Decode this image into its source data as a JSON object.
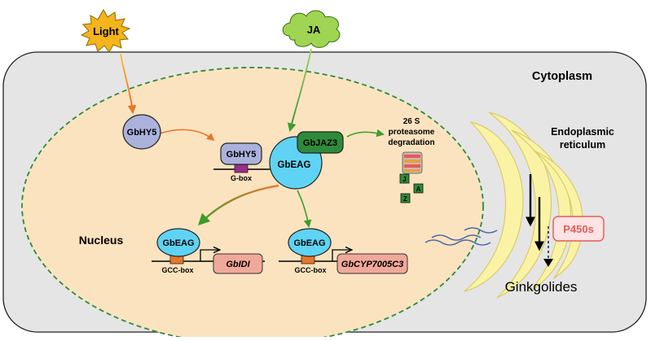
{
  "signals": {
    "light": "Light",
    "ja": "JA"
  },
  "compartments": {
    "cytoplasm": "Cytoplasm",
    "nucleus": "Nucleus",
    "er_line1": "Endoplasmic",
    "er_line2": "reticulum",
    "product": "Ginkgolides"
  },
  "proteins": {
    "hy5_free": "GbHY5",
    "hy5_bound": "GbHY5",
    "eag_center": "GbEAG",
    "jaz3": "GbJAZ3",
    "eag_left": "GbEAG",
    "eag_right": "GbEAG",
    "p450": "P450s"
  },
  "elements": {
    "gbox": "G-box",
    "gcc_left": "GCC-box",
    "gcc_right": "GCC-box"
  },
  "genes": {
    "left": "GbIDI",
    "right": "GbCYP7005C3"
  },
  "proteasome": {
    "line1": "26 S",
    "line2": "proteasome",
    "line3": "degradation",
    "fragments": [
      "J",
      "A",
      "Z"
    ]
  },
  "colors": {
    "cell_fill": "#e5e5e5",
    "nucleus_fill": "#fbe3bf",
    "nucleus_border": "#2e8b3a",
    "er_fill": "#faf3a6",
    "er_stroke": "#d8cc6a",
    "hy5": "#aab2dc",
    "eag": "#5fd3f3",
    "jaz3": "#2e8b3a",
    "light_sun": "#f3b41c",
    "ja_cloud": "#9fd552",
    "gene_box": "#f0a89a",
    "p450_fill": "#fde3e3",
    "p450_border": "#e55a5a",
    "arrow_orange": "#e8762a",
    "arrow_green": "#3a9e2a"
  }
}
